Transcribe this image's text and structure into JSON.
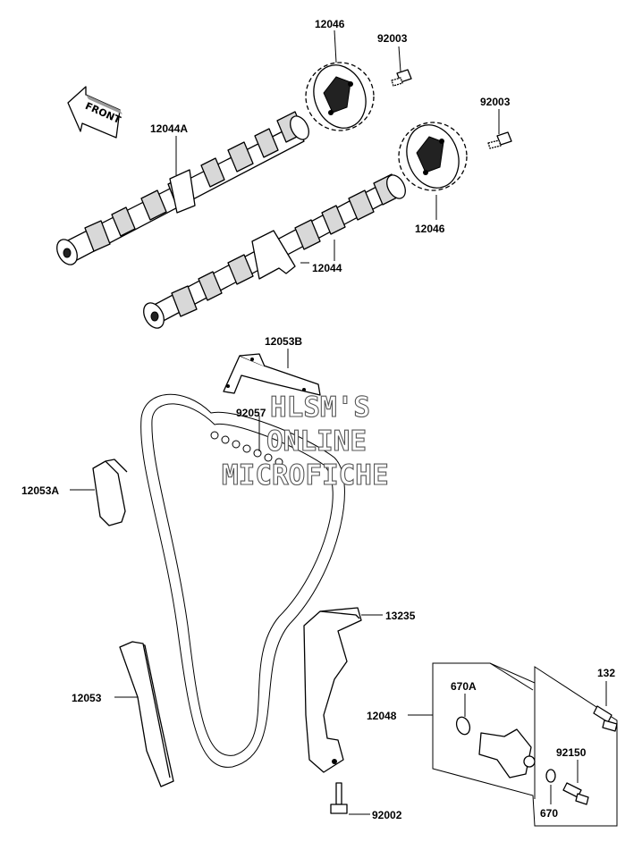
{
  "diagram": {
    "front_indicator": "FRONT",
    "watermark_lines": [
      "HLSM'S",
      "ONLINE",
      "MICROFICHE"
    ],
    "part_labels": {
      "sprocket_upper": "12046",
      "bolt_upper": "92003",
      "bolt_right": "92003",
      "camshaft_exhaust": "12044A",
      "sprocket_lower": "12046",
      "camshaft_intake": "12044",
      "guide_top": "12053B",
      "chain": "92057",
      "guide_left": "12053A",
      "tensioner_guide": "13235",
      "guide_front": "12053",
      "tensioner_assy": "12048",
      "oring_large": "670A",
      "bolt_tensioner_top": "132",
      "bolt_tensioner": "92150",
      "oring_small": "670",
      "bolt_bottom": "92002"
    }
  }
}
